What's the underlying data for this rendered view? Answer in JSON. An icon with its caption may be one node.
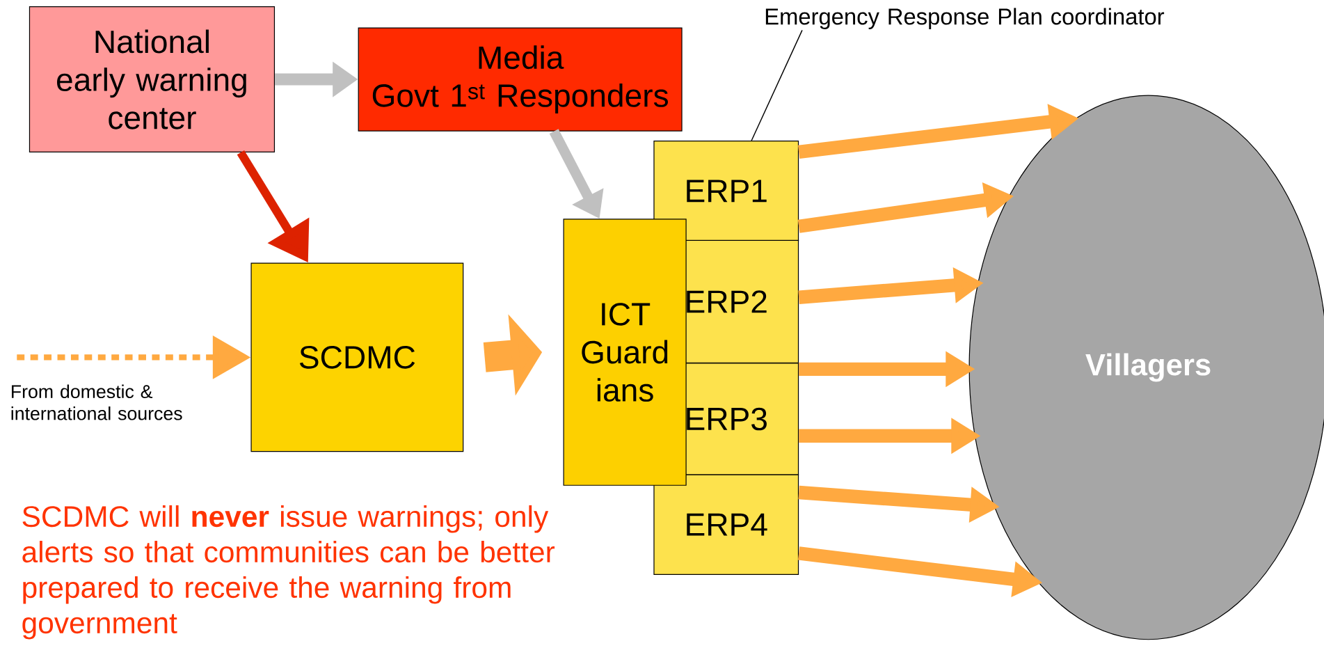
{
  "diagram": {
    "nodes": [
      {
        "text": [
          "National early warning center"
        ]
      },
      {
        "text": [
          "Media",
          "Govt 1$^{st}$ Responders"
        ]
      },
      {
        "text": [
          "SCDMC"
        ]
      },
      {
        "text": [
          "ICT Guard ians"
        ]
      },
      {
        "text": [
          "ERP1"
        ]
      },
      {
        "text": [
          "ERP2"
        ]
      },
      {
        "text": [
          "ERP3"
        ]
      },
      {
        "text": [
          "ERP4"
        ]
      },
      {
        "text": [
          "Villagers"
        ]
      },
      {
        "text": [
          "Emergency Response Plan coordinator"
        ]
      }
    ],
    "edges": [
      {
        "from": 0,
        "to": 1,
        "arrow": "to",
        "color": "#c0c0c0"
      },
      {
        "from": 0,
        "to": 2,
        "arrow": "to",
        "color": "#dd2200"
      },
      {
        "from": 1,
        "to": 3,
        "arrow": "to",
        "color": "#c0c0c0"
      },
      {
        "from": null,
        "to": 2,
        "arrow": "to",
        "style": "dashed"
      },
      {
        "from": 2,
        "to": 3,
        "arrow": "to",
        "style": "thick"
      },
      {
        "from": 4,
        "to": 8,
        "arrow": "to"
      },
      {
        "from": 4,
        "to": 8,
        "arrow": "to"
      },
      {
        "from": 5,
        "to": 8,
        "arrow": "to"
      },
      {
        "from": 6,
        "to": 8,
        "arrow": "to"
      },
      {
        "from": 6,
        "to": 8,
        "arrow": "to"
      },
      {
        "from": 7,
        "to": 8,
        "arrow": "to"
      },
      {
        "from": 7,
        "to": 8,
        "arrow": "to"
      },
      {
        "from": 9,
        "to": 4,
        "arrow": "none",
        "color": "#000000"
      }
    ],
    "labels": [
      "From domestic & international sources",
      "SCDMC will **never** issue warnings; only alerts so that communities can be better prepared to receive the warning from government"
    ]
  }
}
